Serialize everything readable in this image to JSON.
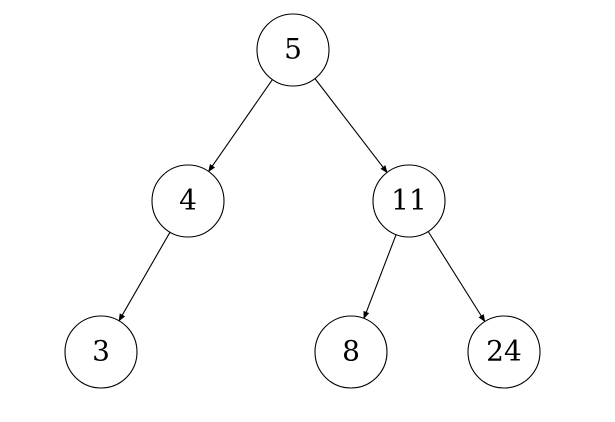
{
  "tree": {
    "nodes": [
      {
        "id": "n5",
        "label": "5"
      },
      {
        "id": "n4",
        "label": "4"
      },
      {
        "id": "n11",
        "label": "11"
      },
      {
        "id": "n3",
        "label": "3"
      },
      {
        "id": "n8",
        "label": "8"
      },
      {
        "id": "n24",
        "label": "24"
      }
    ],
    "edges": [
      {
        "from": "n5",
        "to": "n4"
      },
      {
        "from": "n5",
        "to": "n11"
      },
      {
        "from": "n4",
        "to": "n3"
      },
      {
        "from": "n11",
        "to": "n8"
      },
      {
        "from": "n11",
        "to": "n24"
      }
    ]
  },
  "colors": {
    "stroke": "#000000",
    "fill": "#ffffff"
  }
}
